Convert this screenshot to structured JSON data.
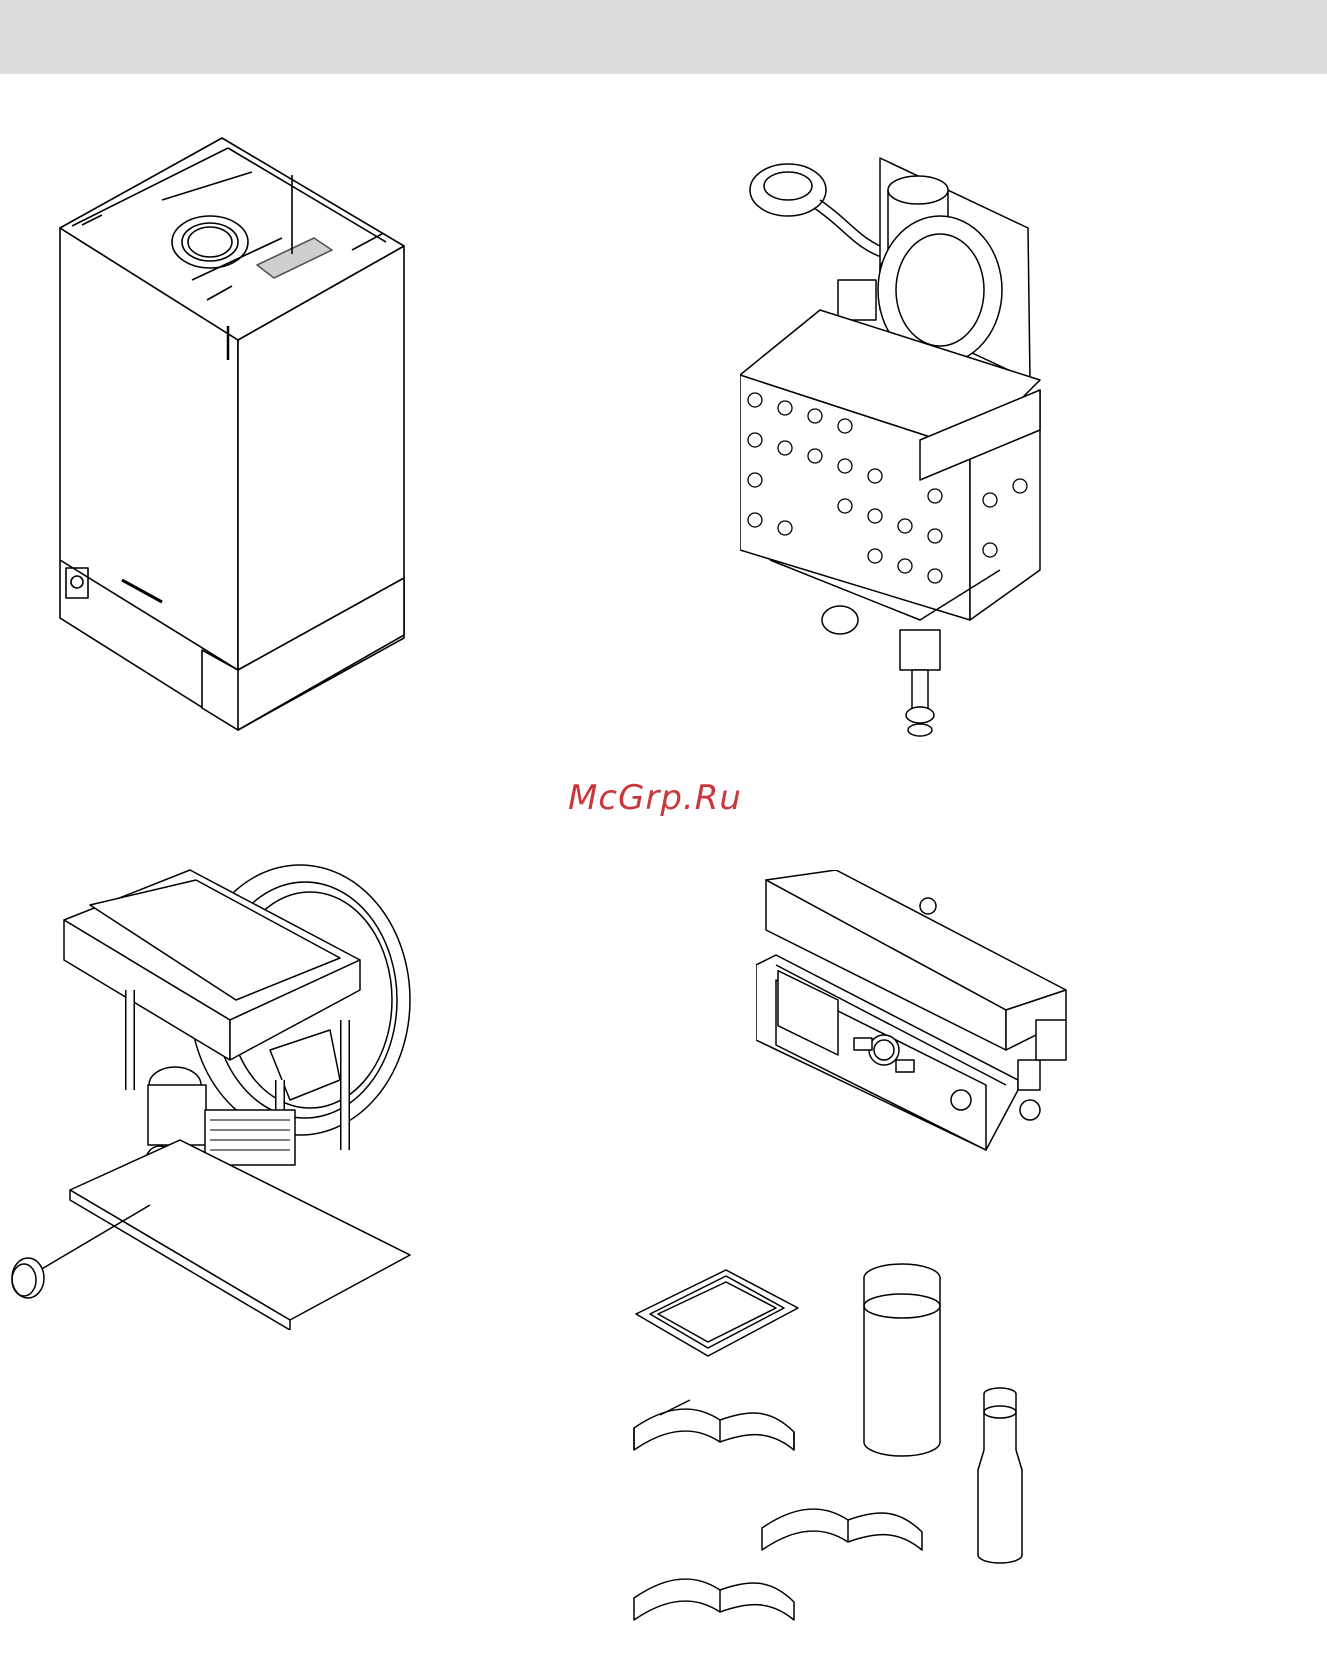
{
  "page": {
    "header_bar_color": "#dcdcdc",
    "watermark_text": "McGrp.Ru",
    "watermark_color": "#c8383c"
  },
  "illustrations": [
    {
      "id": "boiler-casing",
      "icon": "boiler-unit-icon"
    },
    {
      "id": "burner-heat-exchanger",
      "icon": "burner-assembly-icon"
    },
    {
      "id": "hydraulic-module",
      "icon": "hydraulic-block-icon"
    },
    {
      "id": "control-unit",
      "icon": "control-module-icon"
    },
    {
      "id": "accessories",
      "icon": "accessories-icon"
    }
  ]
}
